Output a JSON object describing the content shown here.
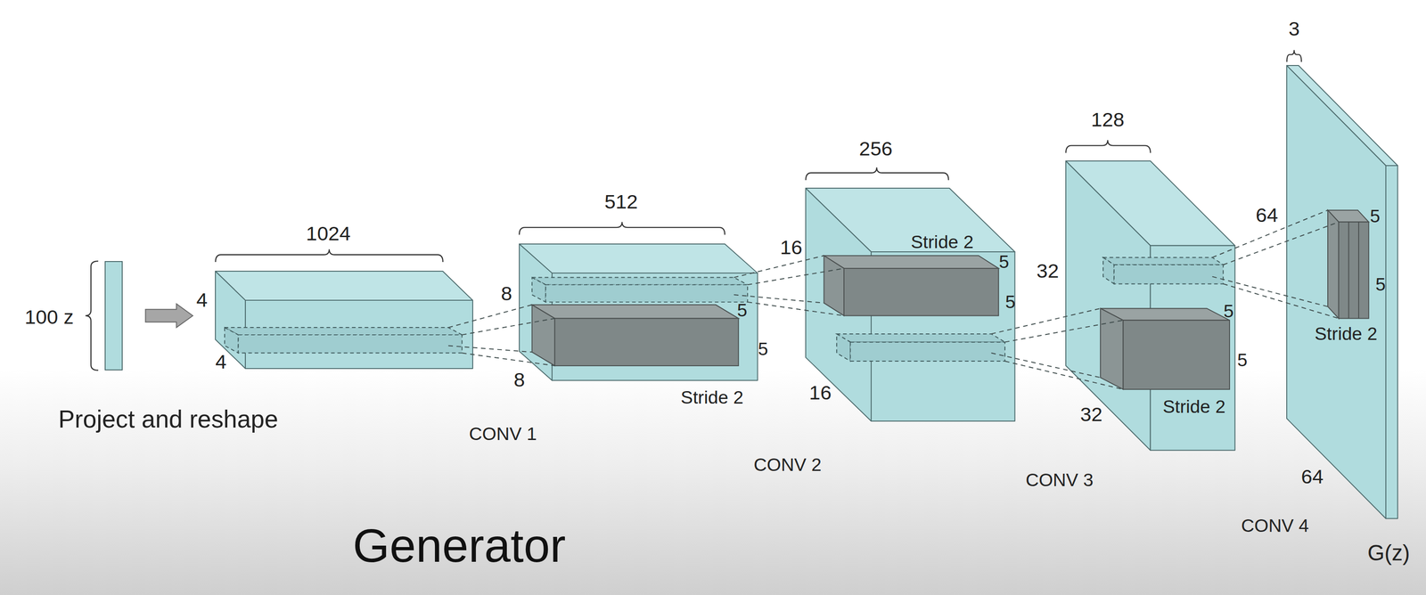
{
  "diagram": {
    "title": "Generator",
    "nodes": [
      {
        "text": [
          "100 z"
        ]
      },
      {
        "text": [
          "1024",
          "4",
          "4"
        ]
      },
      {
        "text": [
          "512",
          "8",
          "8"
        ]
      },
      {
        "text": [
          "256",
          "16",
          "16"
        ]
      },
      {
        "text": [
          "128",
          "32",
          "32"
        ]
      },
      {
        "text": [
          "3",
          "64",
          "64"
        ]
      }
    ],
    "edges": [
      {
        "from": 0,
        "to": 1,
        "arrow": "to"
      }
    ],
    "labels": [
      "Project and reshape",
      "CONV 1",
      "5",
      "5",
      "Stride 2",
      "CONV 2",
      "Stride 2",
      "5",
      "5",
      "CONV 3",
      "5",
      "5",
      "Stride 2",
      "CONV 4",
      "5",
      "5",
      "Stride 2",
      "G(z)"
    ]
  }
}
